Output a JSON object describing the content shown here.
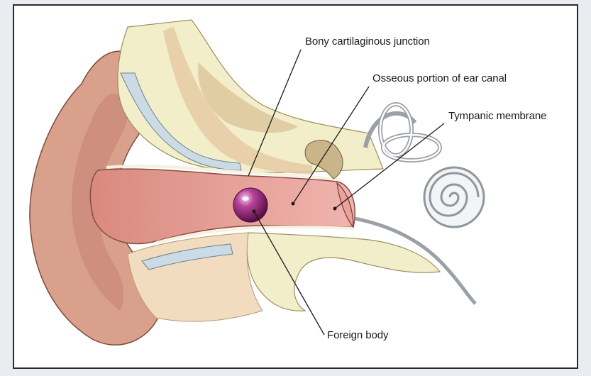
{
  "labels": {
    "bony_cartilaginous_junction": "Bony cartilaginous junction",
    "osseous_portion": "Osseous portion of ear canal",
    "tympanic_membrane": "Tympanic membrane",
    "foreign_body": "Foreign body"
  },
  "colors": {
    "skin": "#d9a08c",
    "canal": "#e7a09b",
    "bone": "#f1eec9",
    "cartilage": "#cbdbe6",
    "foreign_body": "#9a2a7c",
    "line": "#1a1a1a"
  }
}
